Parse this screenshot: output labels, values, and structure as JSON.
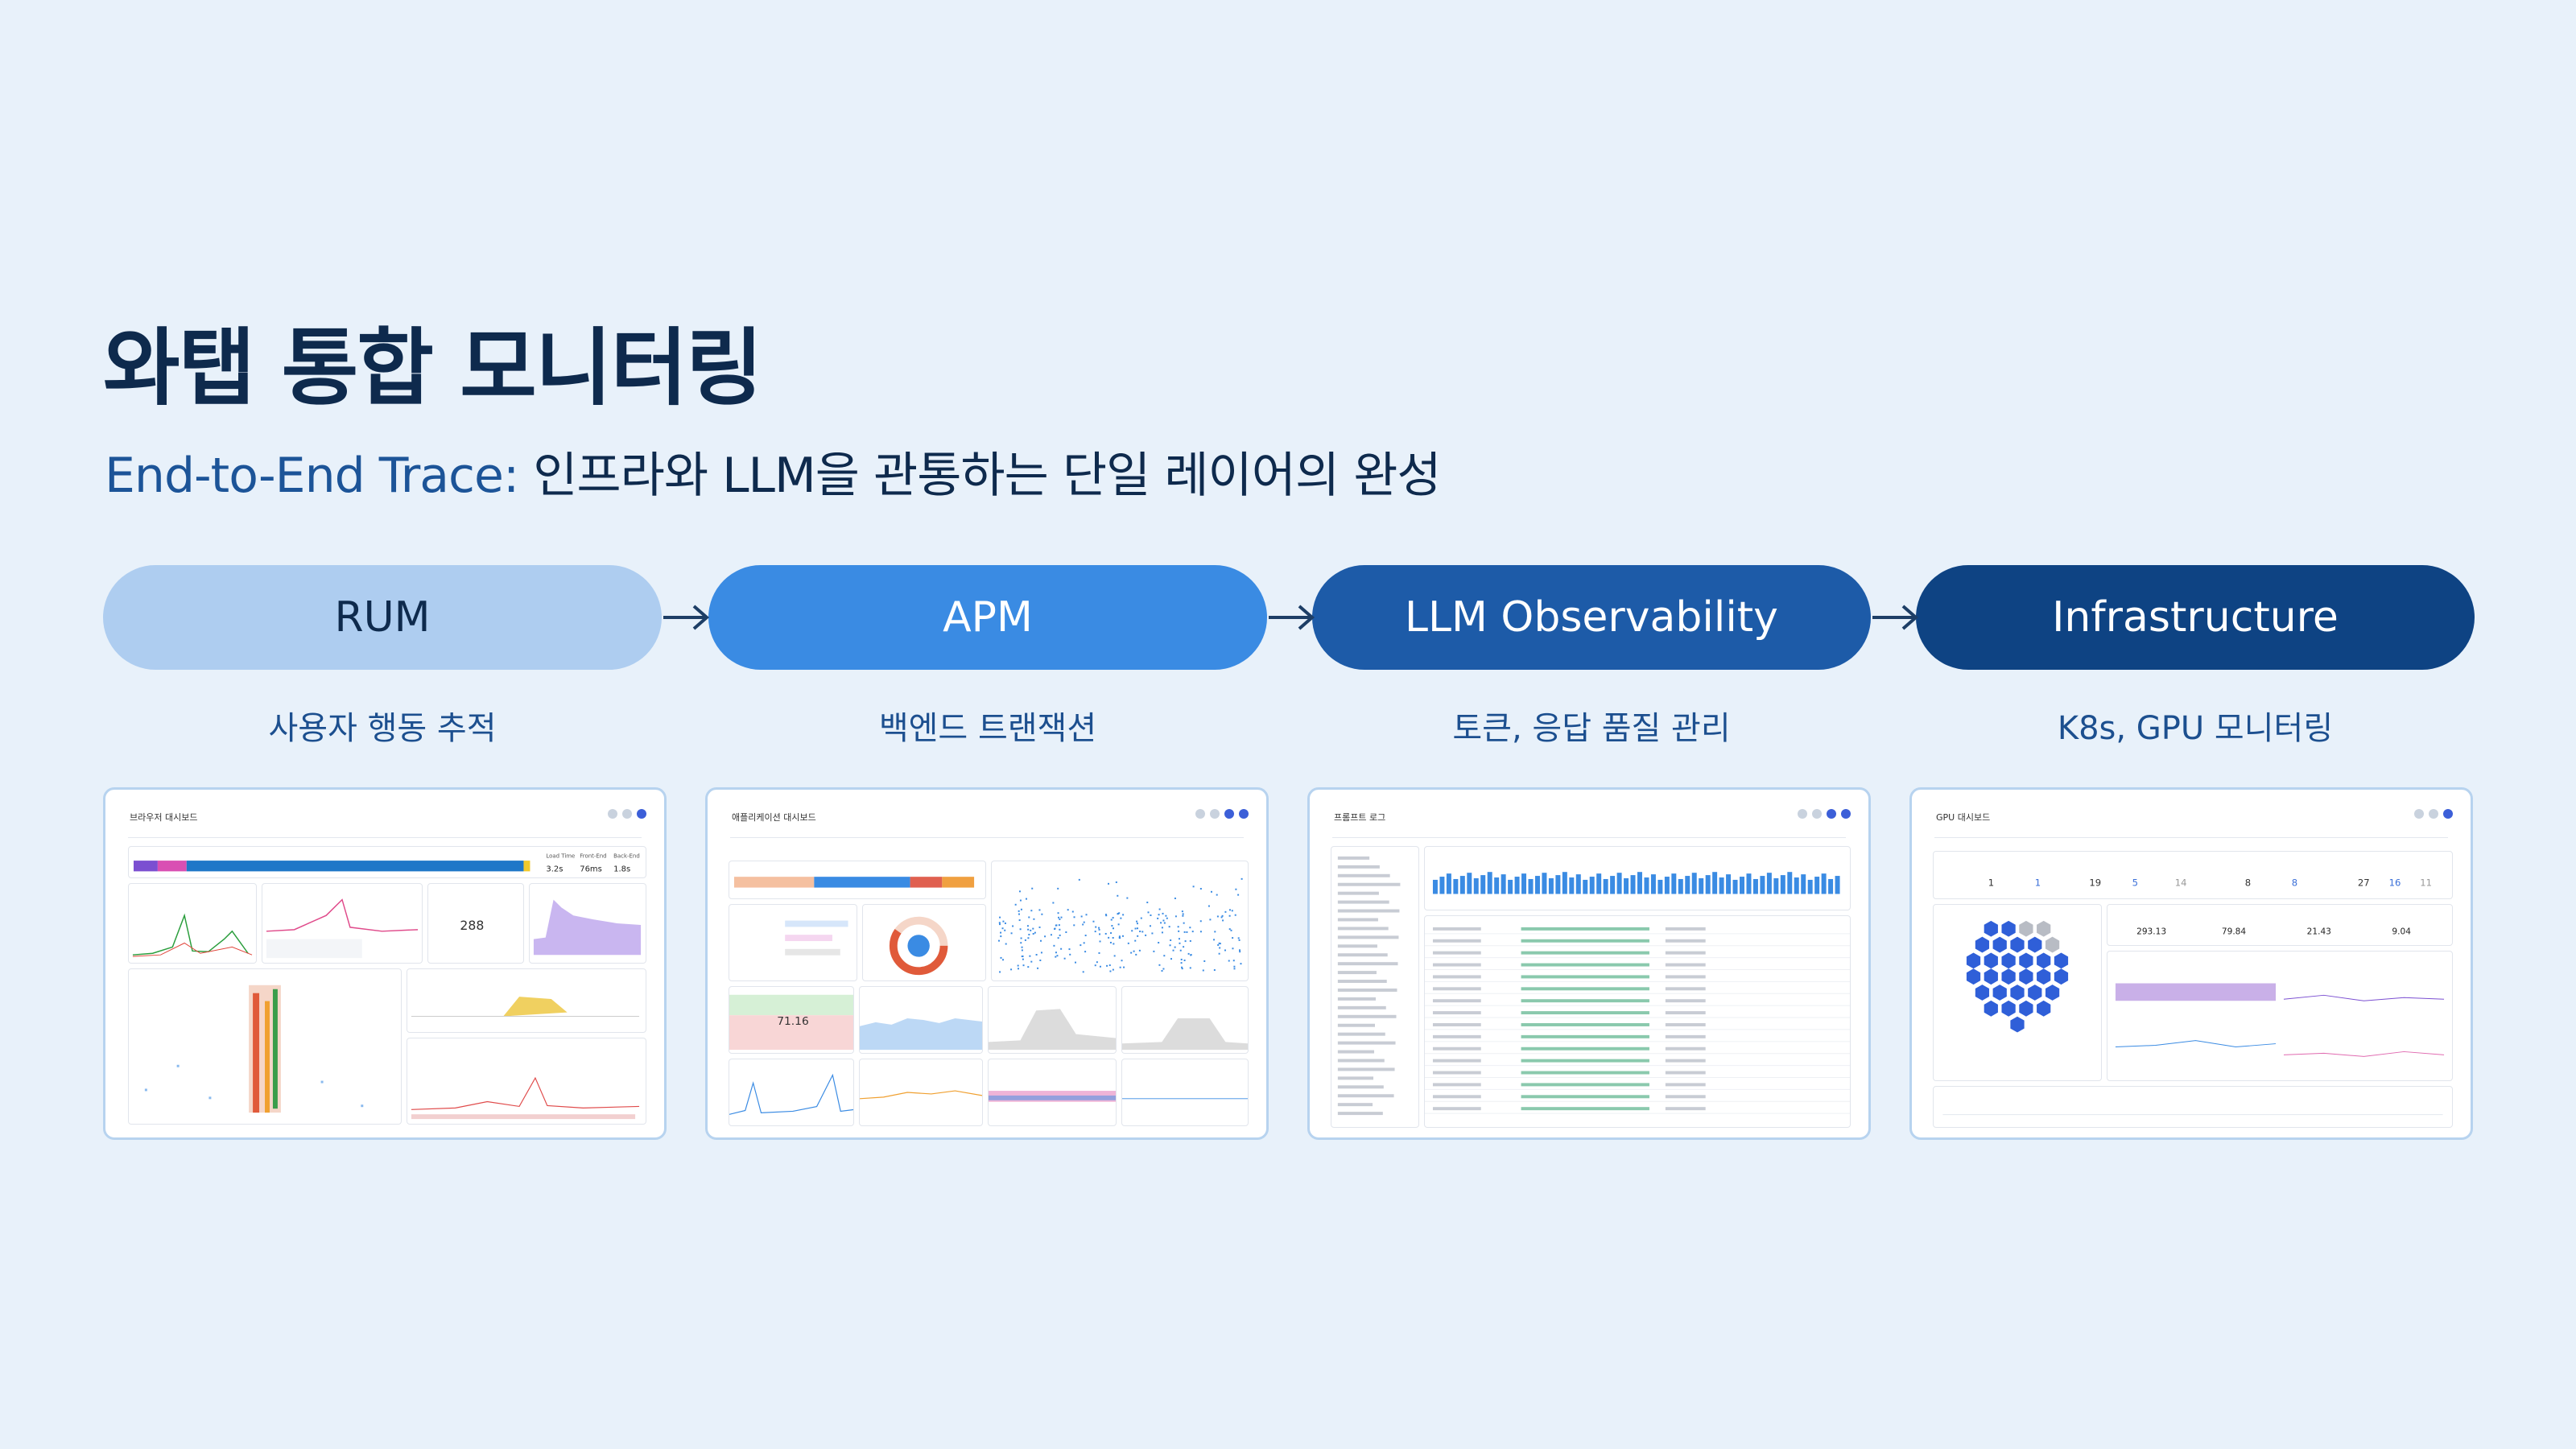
{
  "header": {
    "title": "와탭 통합 모니터링",
    "subtitle_accent": "End-to-End Trace:",
    "subtitle_rest": " 인프라와 LLM을 관통하는 단일 레이어의 완성"
  },
  "stages": [
    {
      "label": "RUM",
      "caption": "사용자 행동 추적",
      "screenshot_title": "브라우저 대시보드",
      "color": "#aecdf0"
    },
    {
      "label": "APM",
      "caption": "백엔드 트랜잭션",
      "screenshot_title": "애플리케이션 대시보드",
      "color": "#3a8be3"
    },
    {
      "label": "LLM Observability",
      "caption": "토큰, 응답 품질 관리",
      "screenshot_title": "프롬프트 로그",
      "color": "#1d5ba8"
    },
    {
      "label": "Infrastructure",
      "caption": "K8s, GPU 모니터링",
      "screenshot_title": "GPU 대시보드",
      "color": "#0e4383"
    }
  ],
  "screens": {
    "rum": {
      "stat_value": "288",
      "metrics": [
        "3.2s",
        "76ms",
        "1.8s"
      ]
    },
    "apm": {
      "gauge_value": "71.16"
    },
    "gpu": {
      "metrics": [
        "293.13",
        "79.84",
        "21.43",
        "9.04"
      ],
      "counts": [
        "1",
        "1",
        "19",
        "5",
        "14",
        "8",
        "8",
        "27",
        "16",
        "11"
      ]
    }
  },
  "colors": {
    "background": "#e8f1fa",
    "arrow": "#1d3e66"
  }
}
